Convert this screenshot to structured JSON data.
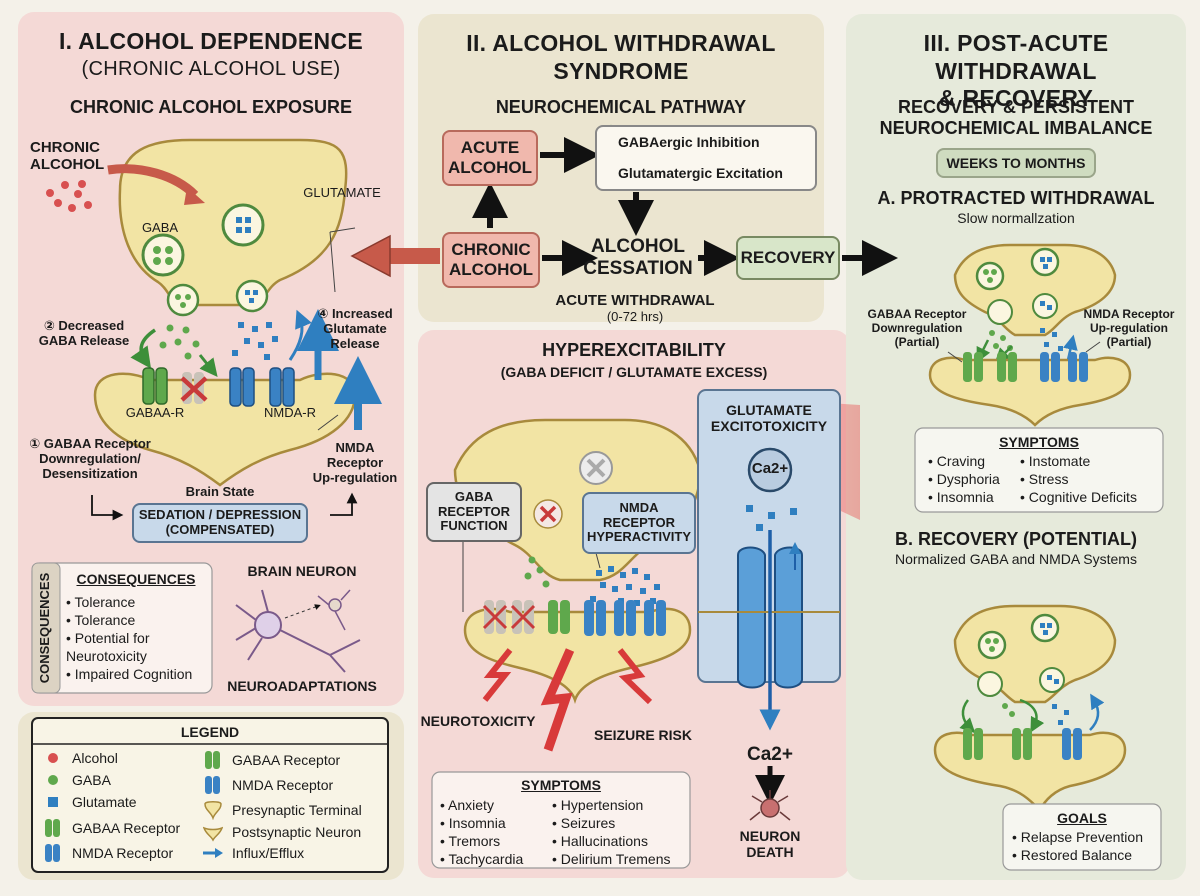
{
  "col1": {
    "title": "I. ALCOHOL DEPENDENCE",
    "subtitle": "(CHRONIC ALCOHOL USE)",
    "section": "CHRONIC ALCOHOL EXPOSURE",
    "chronic_alcohol": "CHRONIC\nALCOHOL",
    "glutamate": "GLUTAMATE",
    "gaba": "GABA",
    "step2": "② Decreased\nGABA Release",
    "step4": "④ Increased\nGlutamate\nRelease",
    "gaba_r": "GABAA-R",
    "nmda_r": "NMDA-R",
    "step1": "① GABAA Receptor\nDownregulation/\nDesensitization",
    "nmda_up": "NMDA\nReceptor\nUp-regulation",
    "brain_state": "Brain State",
    "sedation": "SEDATION / DEPRESSION\n(COMPENSATED)",
    "consequences_vertical": "CONSEQUENCES",
    "consequences_title": "CONSEQUENCES",
    "consequences": [
      "Tolerance",
      "Tolerance",
      "Potential for\nNeurotoxicity",
      "Impaired Cognition"
    ],
    "brain_neuron": "BRAIN NEURON",
    "neuroadaptations": "NEUROADAPTATIONS"
  },
  "legend": {
    "title": "LEGEND",
    "left": [
      "Alcohol",
      "GABA",
      "Glutamate",
      "GABAA Receptor",
      "NMDA Receptor"
    ],
    "right": [
      "GABAA Receptor",
      "NMDA Receptor",
      "Presynaptic Terminal",
      "Postsynaptic Neuron",
      "Influx/Efflux"
    ]
  },
  "col2": {
    "title": "II. ALCOHOL WITHDRAWAL\nSYNDROME",
    "pathway": "NEUROCHEMICAL PATHWAY",
    "acute_alcohol": "ACUTE\nALCOHOL",
    "gaba_inhibition": "GABAergic Inhibition",
    "glut_excitation": "Glutamatergic Excitation",
    "chronic_alcohol": "CHRONIC\nALCOHOL",
    "cessation": "ALCOHOL\nCESSATION",
    "recovery": "RECOVERY",
    "acute_withdrawal": "ACUTE WITHDRAWAL",
    "hours": "(0-72 hrs)",
    "hyper_title": "HYPEREXCITABILITY",
    "hyper_sub": "(GABA DEFICIT / GLUTAMATE EXCESS)",
    "gaba_receptor_function": "GABA\nRECEPTOR\nFUNCTION",
    "nmda_hyper": "NMDA\nRECEPTOR\nHYPERACTIVITY",
    "excitotoxicity": "GLUTAMATE\nEXCITOTOXICITY",
    "ca": "Ca2+",
    "neurotoxicity": "NEUROTOXICITY",
    "seizure": "SEIZURE RISK",
    "neuron_death": "NEURON\nDEATH",
    "symptoms_title": "SYMPTOMS",
    "symptoms_left": [
      "Anxiety",
      "Insomnia",
      "Tremors",
      "Tachycardia"
    ],
    "symptoms_right": [
      "Hypertension",
      "Seizures",
      "Hallucinations",
      "Delirium Tremens"
    ]
  },
  "col3": {
    "title": "III. POST-ACUTE WITHDRAWAL\n& RECOVERY",
    "section": "RECOVERY & PERSISTENT\nNEUROCHEMICAL IMBALANCE",
    "weeks": "WEEKS TO MONTHS",
    "a_title": "A. PROTRACTED WITHDRAWAL",
    "a_sub": "Slow normallzation",
    "gaba_down": "GABAA Receptor\nDownregulation\n(Partial)",
    "nmda_up": "NMDA Receptor\nUp-regulation\n(Partial)",
    "symptoms_title": "SYMPTOMS",
    "symptoms_left": [
      "Craving",
      "Dysphoria",
      "Insomnia"
    ],
    "symptoms_right": [
      "Instomate",
      "Stress",
      "Cognitive Deficits"
    ],
    "b_title": "B. RECOVERY (POTENTIAL)",
    "b_sub": "Normalized GABA and NMDA Systems",
    "goals_title": "GOALS",
    "goals": [
      "Relapse Prevention",
      "Restored Balance"
    ]
  },
  "colors": {
    "gaba_green": "#5fa84c",
    "glutamate_blue": "#2f7fc0",
    "alcohol_red": "#d85050",
    "terminal_fill": "#f2e4a4",
    "terminal_stroke": "#a88a3c"
  }
}
